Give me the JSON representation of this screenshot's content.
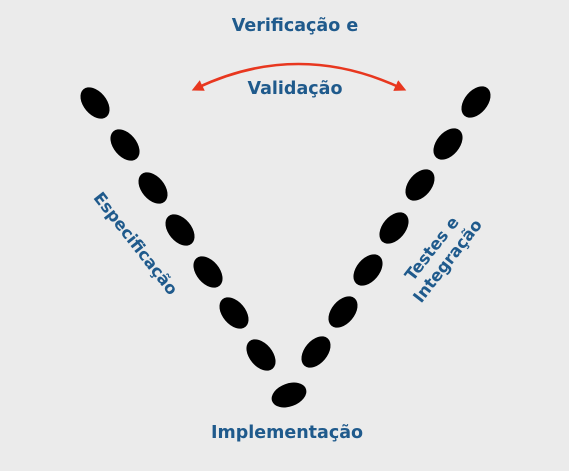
{
  "diagram": {
    "top_label_line1": "Verificação e",
    "top_label_line2": "Validação",
    "left_label": "Especificação",
    "right_label_line1": "Testes e",
    "right_label_line2": "Integração",
    "bottom_label": "Implementação"
  },
  "colors": {
    "background": "#ebebeb",
    "text": "#1f5a8c",
    "arrow": "#e8371f",
    "footprint": "#000000"
  }
}
